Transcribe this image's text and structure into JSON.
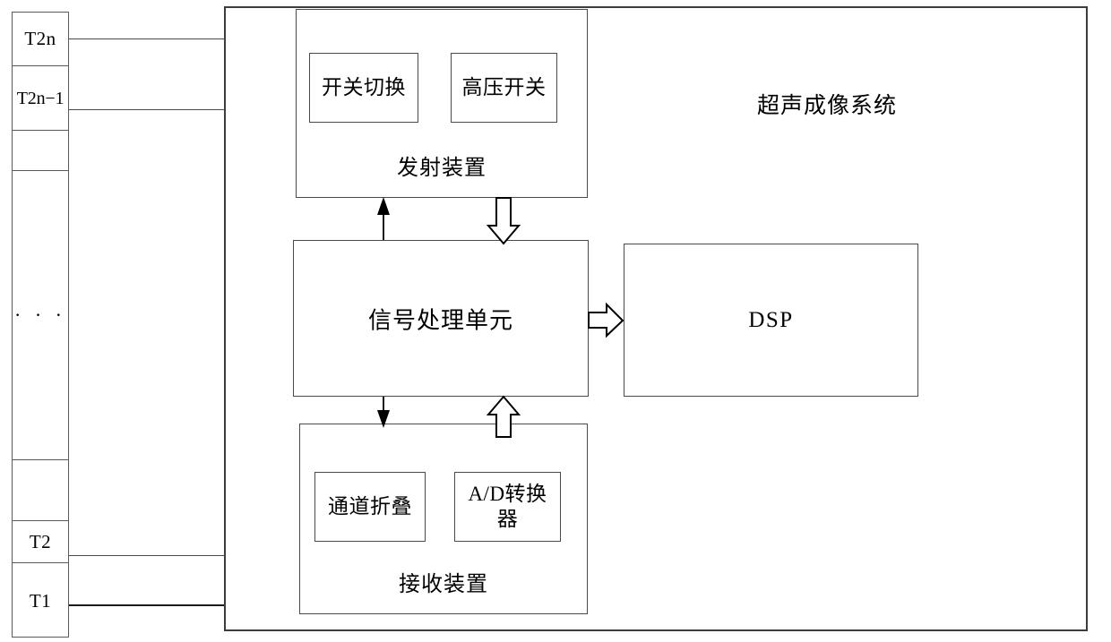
{
  "diagram": {
    "title": "超声成像系统",
    "system_frame_name": "ultrasound-imaging-system"
  },
  "transducer_column": {
    "name": "transducer-array",
    "cells": [
      {
        "label": "T2n",
        "kind": "element"
      },
      {
        "label": "T2n−1",
        "kind": "element"
      },
      {
        "label": "",
        "kind": "blank"
      },
      {
        "label": "· · ·",
        "kind": "ellipsis"
      },
      {
        "label": "",
        "kind": "blank"
      },
      {
        "label": "T2",
        "kind": "element"
      },
      {
        "label": "T1",
        "kind": "element"
      }
    ]
  },
  "transmit_device": {
    "caption": "发射装置",
    "modules": [
      {
        "label": "开关切换"
      },
      {
        "label": "高压开关"
      }
    ]
  },
  "receive_device": {
    "caption": "接收装置",
    "modules": [
      {
        "label": "通道折叠"
      },
      {
        "label": "A/D转换器"
      }
    ]
  },
  "signal_unit": {
    "label": "信号处理单元"
  },
  "dsp_unit": {
    "label": "DSP"
  },
  "connections": [
    {
      "from": "signal-processing-unit",
      "to": "transmit-device",
      "style": "thin-arrow",
      "direction": "up"
    },
    {
      "from": "transmit-device",
      "to": "signal-processing-unit",
      "style": "block-arrow",
      "direction": "down"
    },
    {
      "from": "signal-processing-unit",
      "to": "receive-device",
      "style": "thin-arrow",
      "direction": "down"
    },
    {
      "from": "receive-device",
      "to": "signal-processing-unit",
      "style": "block-arrow",
      "direction": "up"
    },
    {
      "from": "signal-processing-unit",
      "to": "dsp-unit",
      "style": "block-arrow",
      "direction": "right"
    }
  ],
  "colors": {
    "line": "#4a4a4a",
    "frame": "#3c3c3c",
    "text": "#000000",
    "background": "#ffffff"
  }
}
